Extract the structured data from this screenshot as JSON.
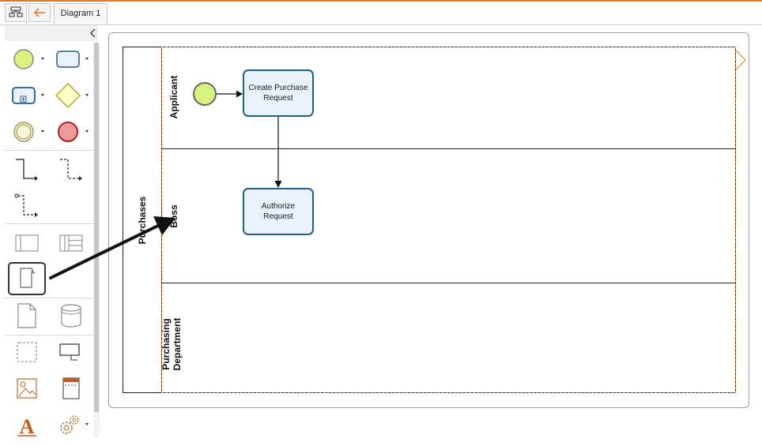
{
  "header": {
    "tab_label": "Diagram 1",
    "accent_color": "#e0782a"
  },
  "palette": {
    "icons": [
      "diagram-overview-icon",
      "back-arrow-icon",
      "collapse-chevron-icon",
      "start-event-icon",
      "task-icon",
      "subprocess-icon",
      "gateway-icon",
      "intermediate-event-icon",
      "end-event-icon",
      "sequence-flow-icon",
      "message-flow-icon",
      "association-icon",
      "pool-icon",
      "lanes-icon",
      "data-object-icon",
      "document-icon",
      "data-store-icon",
      "group-icon",
      "annotation-icon",
      "image-icon",
      "header-icon",
      "text-icon",
      "gear-icon"
    ]
  },
  "diagram": {
    "pool_label": "Purchases",
    "lanes": [
      {
        "label": "Applicant"
      },
      {
        "label": "Boss"
      },
      {
        "label_line1": "Purchasing",
        "label_line2": "Department"
      }
    ],
    "tasks": [
      {
        "line1": "Create Purchase",
        "line2": "Request"
      },
      {
        "line1": "Authorize",
        "line2": "Request"
      }
    ]
  }
}
